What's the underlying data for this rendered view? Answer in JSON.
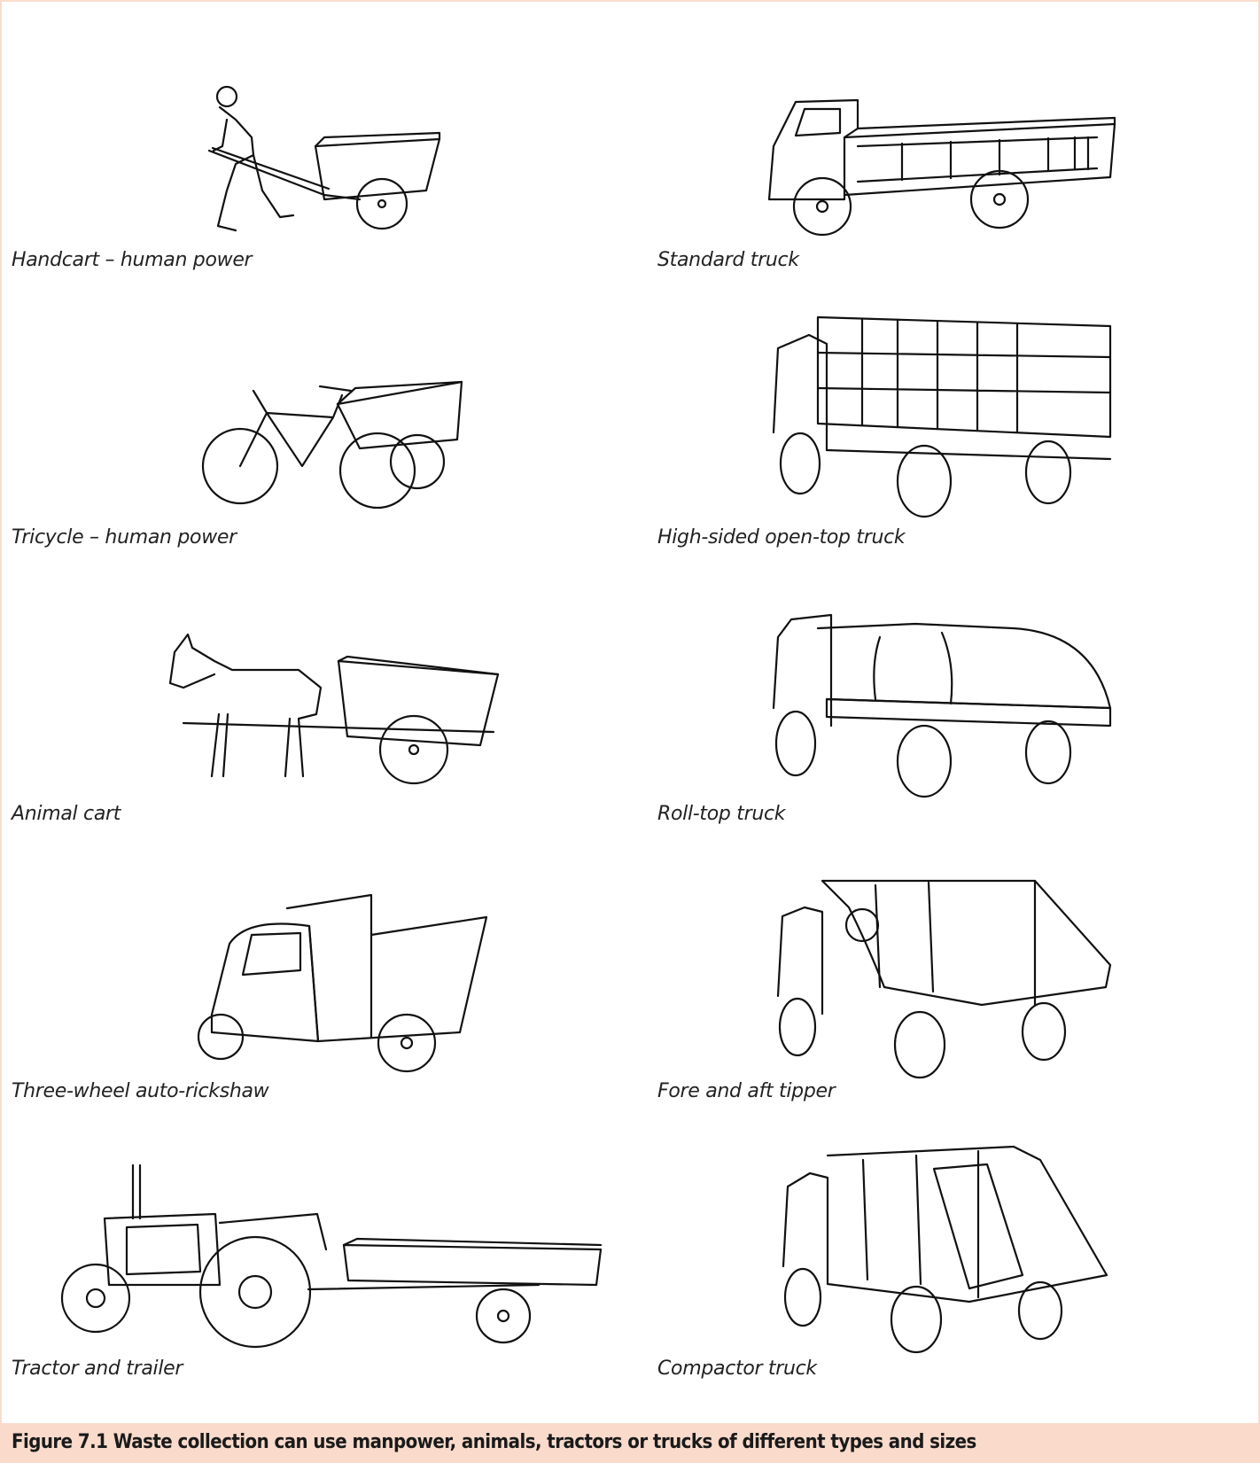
{
  "panels": [
    {
      "id": "handcart",
      "label": "Handcart – human power"
    },
    {
      "id": "standard-truck",
      "label": "Standard truck"
    },
    {
      "id": "tricycle",
      "label": "Tricycle – human power"
    },
    {
      "id": "high-sided-truck",
      "label": "High-sided open-top truck"
    },
    {
      "id": "animal-cart",
      "label": "Animal cart"
    },
    {
      "id": "roll-top-truck",
      "label": "Roll-top truck"
    },
    {
      "id": "auto-rickshaw",
      "label": "Three-wheel auto-rickshaw"
    },
    {
      "id": "fore-aft-tipper",
      "label": "Fore and aft tipper"
    },
    {
      "id": "tractor-trailer",
      "label": "Tractor and trailer"
    },
    {
      "id": "compactor-truck",
      "label": "Compactor truck"
    }
  ],
  "caption": "Figure 7.1 Waste collection can use manpower, animals, tractors or trucks of different types and sizes"
}
